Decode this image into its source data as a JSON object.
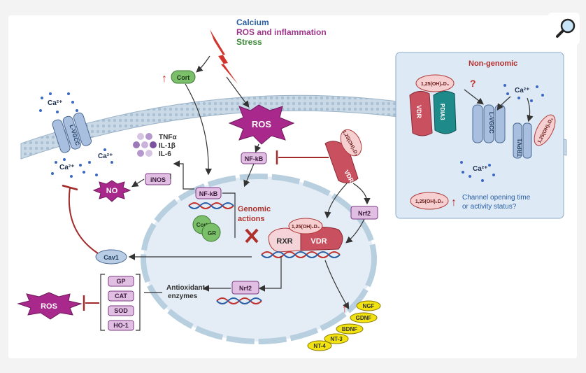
{
  "legend": {
    "calcium": "Calcium",
    "ros_inflammation": "ROS and inflammation",
    "stress": "Stress",
    "calcium_color": "#2a5fa3",
    "ros_color": "#a0368c",
    "stress_color": "#3e8a3a"
  },
  "labels": {
    "cort": "Cort",
    "ros": "ROS",
    "nfkb": "NF-kB",
    "vdr": "VDR",
    "calcitriol": "1,25(OH)₂D₃",
    "lvgcc": "L-VGCC",
    "ca": "Ca²⁺",
    "tnfa": "TNFα",
    "il1b": "IL-1β",
    "il6": "IL-6",
    "inos": "iNOS",
    "no": "NO",
    "cav1": "Cav1",
    "gr": "GR",
    "genomic_line1": "Genomic",
    "genomic_line2": "actions",
    "rxr": "RXR",
    "nrf2": "Nrf2",
    "antioxidant_line1": "Antioxidant",
    "antioxidant_line2": "enzymes",
    "gp": "GP",
    "cat": "CAT",
    "sod": "SOD",
    "ho1": "HO-1",
    "ngf": "NGF",
    "gdnf": "GDNF",
    "bdnf": "BDNF",
    "nt3": "NT-3",
    "nt4": "NT-4",
    "pdia3": "PDIA3",
    "trpv1": "TRPV1",
    "question": "?",
    "up_arrow": "↑"
  },
  "non_genomic": {
    "title": "Non-genomic",
    "note_line1": "Channel opening time",
    "note_line2": "or activity status?"
  },
  "colors": {
    "membrane": "#b8cfe0",
    "nucleus": "#dfe9f3",
    "protein_purple": "#e1bfe3",
    "protein_border": "#7e3a86",
    "vdr_red": "#c9505e",
    "ros_magenta": "#a8288c",
    "yellow": "#f2e20f",
    "inhibit_red": "#a32a2a",
    "non_genomic_bg": "#dde9f5"
  },
  "icons": {
    "zoom": "magnifier-icon",
    "lightning": "lightning-bolt-icon"
  }
}
